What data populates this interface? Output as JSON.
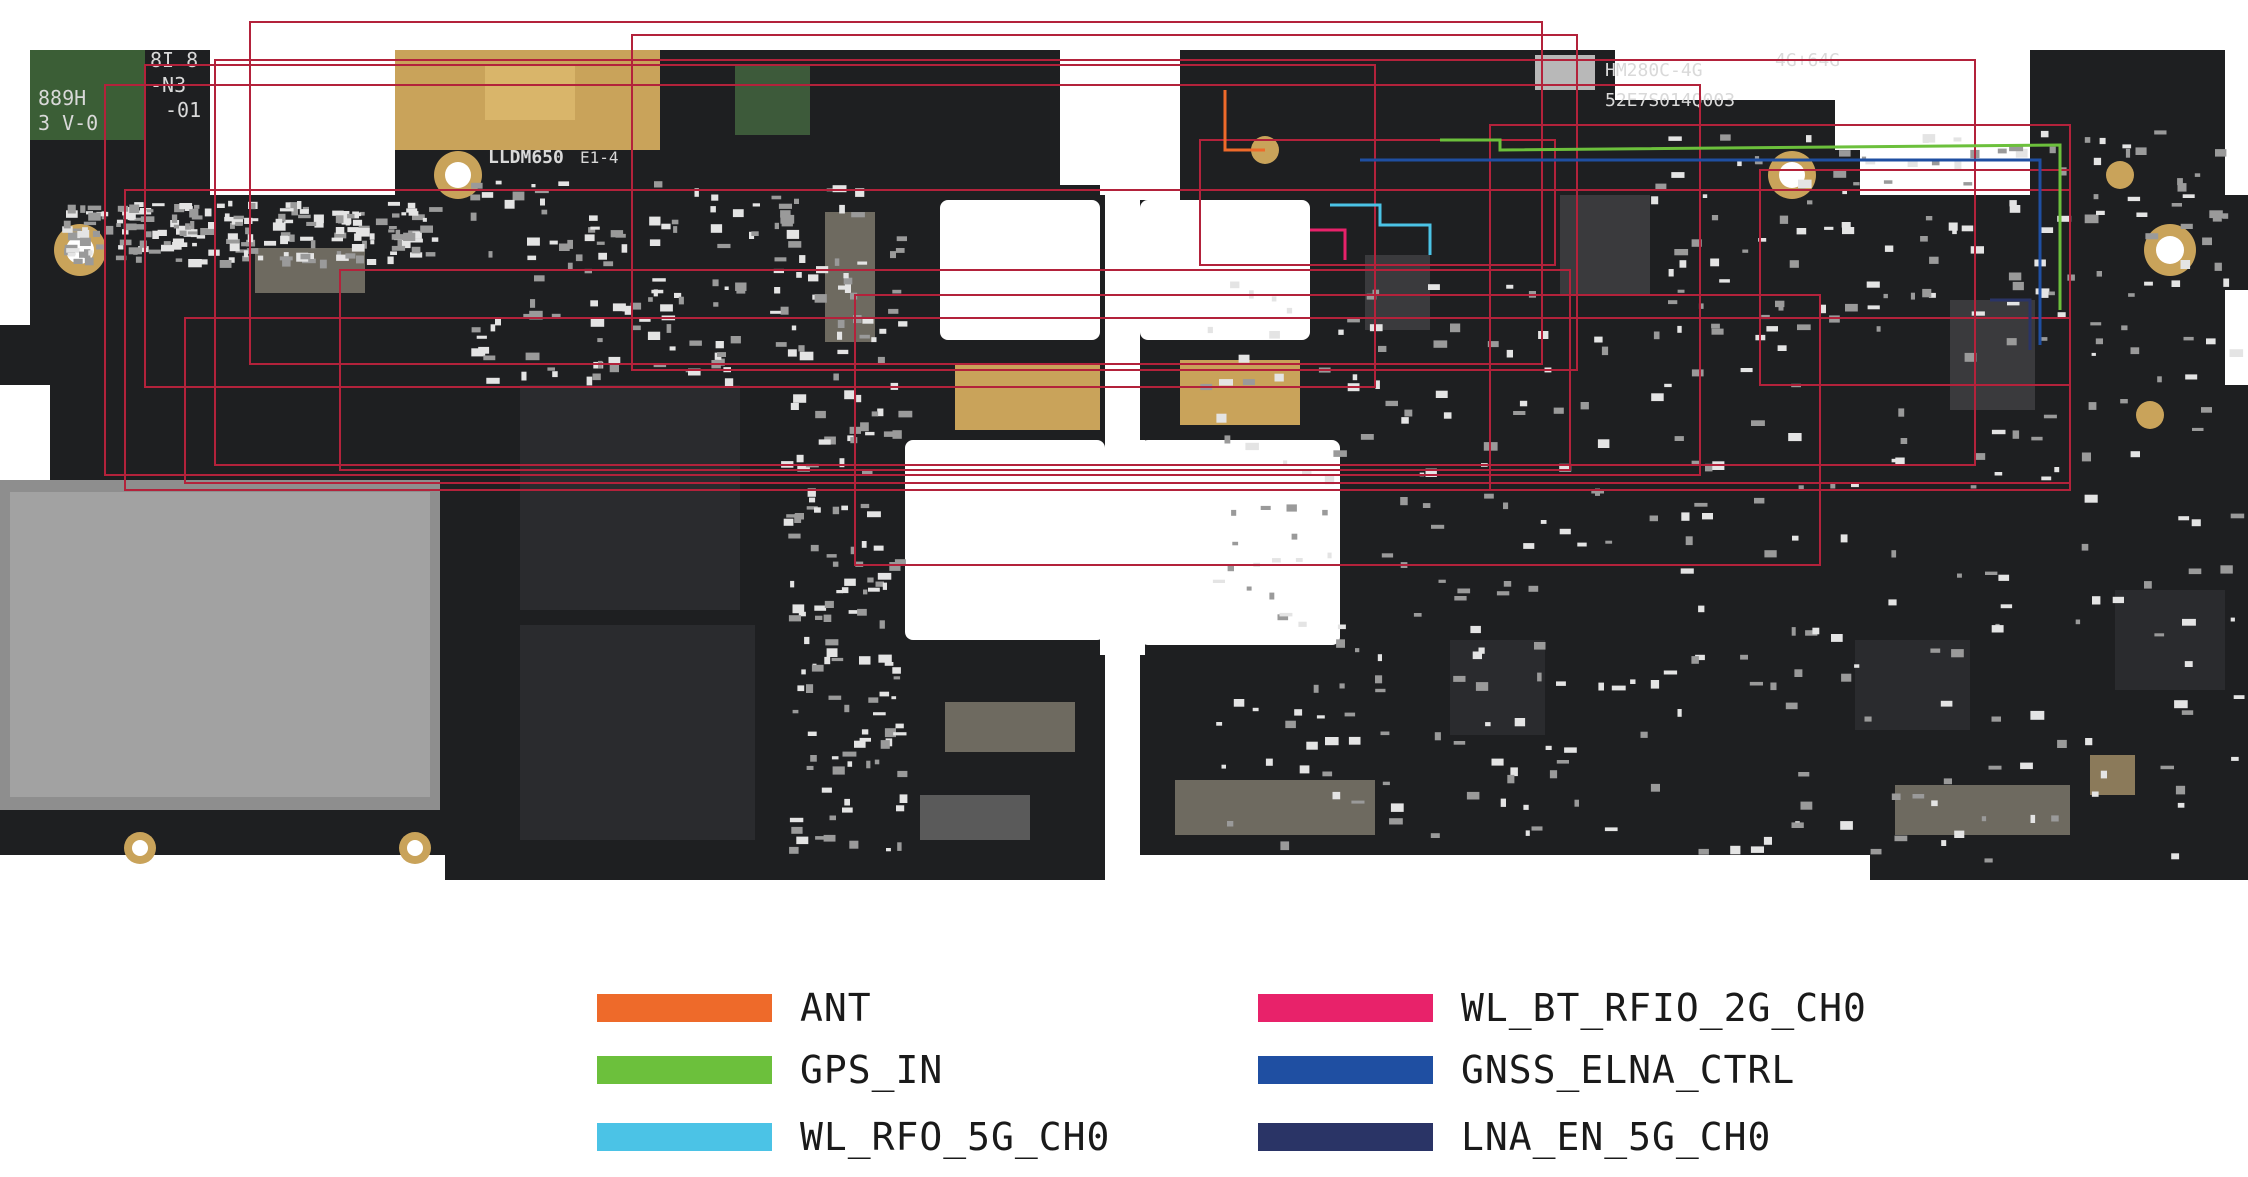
{
  "board": {
    "silkscreen": {
      "lldm": "LLDM650",
      "e14": "E1-4",
      "hm": "HM280C-4G",
      "cap": "4G+64G",
      "code": "52E7S014Q003",
      "n3": "-N3",
      "v0": "3 V-0",
      "h889": "889H",
      "n01": "-01",
      "n818": "8I 8"
    },
    "colors": {
      "pcb": "#1e1f21",
      "pad": "#c9a35a",
      "trace": "#b3223b",
      "hole": "#ffffff"
    }
  },
  "legend": [
    {
      "label": "ANT",
      "color": "#ee6a2a"
    },
    {
      "label": "WL_BT_RFIO_2G_CH0",
      "color": "#e8226a"
    },
    {
      "label": "GPS_IN",
      "color": "#6cc03c"
    },
    {
      "label": "GNSS_ELNA_CTRL",
      "color": "#1f4fa2"
    },
    {
      "label": "WL_RFO_5G_CH0",
      "color": "#4bc3e6"
    },
    {
      "label": "LNA_EN_5G_CH0",
      "color": "#2a3466"
    }
  ]
}
